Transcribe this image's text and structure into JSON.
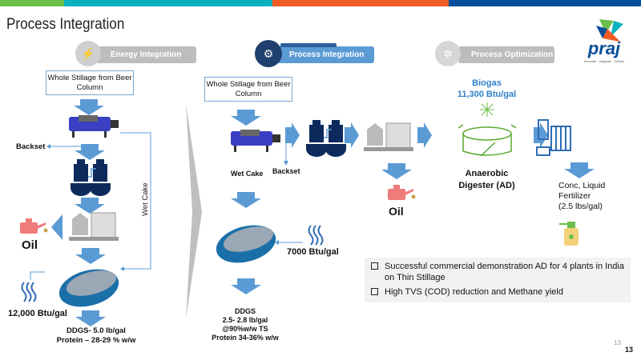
{
  "brand": {
    "colors": [
      "#6cbf4a",
      "#0bb0c0",
      "#f05a23",
      "#064e9a"
    ],
    "logo_text": "praj",
    "logo_tagline": "Innovate · Integrate · Deliver"
  },
  "title": "Process Integration",
  "tabs": [
    {
      "label": "Energy Integration",
      "state": "inactive",
      "icon": "energy-icon"
    },
    {
      "label": "Process Integration",
      "state": "active",
      "icon": "gears-cycle-icon"
    },
    {
      "label": "Process Optimization",
      "state": "inactive",
      "icon": "optimization-icon"
    }
  ],
  "left_flow": {
    "source": "Whole Stillage from Beer Column",
    "backset": "Backset",
    "wet_cake": "Wet Cake",
    "oil": "Oil",
    "heat": "12,000 Btu/gal",
    "ddgs_line1": "DDGS- 5.0 lb/gal",
    "ddgs_line2": "Protein – 28-29 % w/w"
  },
  "right_flow": {
    "source": "Whole Stillage from Beer Column",
    "wet_cake": "Wet Cake",
    "backset": "Backset",
    "heat": "7000 Btu/gal",
    "ddgs_line1": "DDGS",
    "ddgs_line2": "2.5- 2.8 lb/gal",
    "ddgs_line3": "@90%w/w TS",
    "ddgs_line4": "Protein 34-36% w/w",
    "oil": "Oil",
    "biogas_line1": "Biogas",
    "biogas_line2": "11,300 Btu/gal",
    "digester_line1": "Anaerobic",
    "digester_line2": "Digester (AD)",
    "fertilizer_line1": "Conc, Liquid",
    "fertilizer_line2": "Fertilizer",
    "fertilizer_line3": "(2.5 lbs/gal)"
  },
  "bullets": [
    "Successful commercial demonstration AD for 4 plants in India on Thin Stillage",
    "High TVS (COD) reduction and Methane yield"
  ],
  "page_number_small": "13",
  "page_number": "13"
}
